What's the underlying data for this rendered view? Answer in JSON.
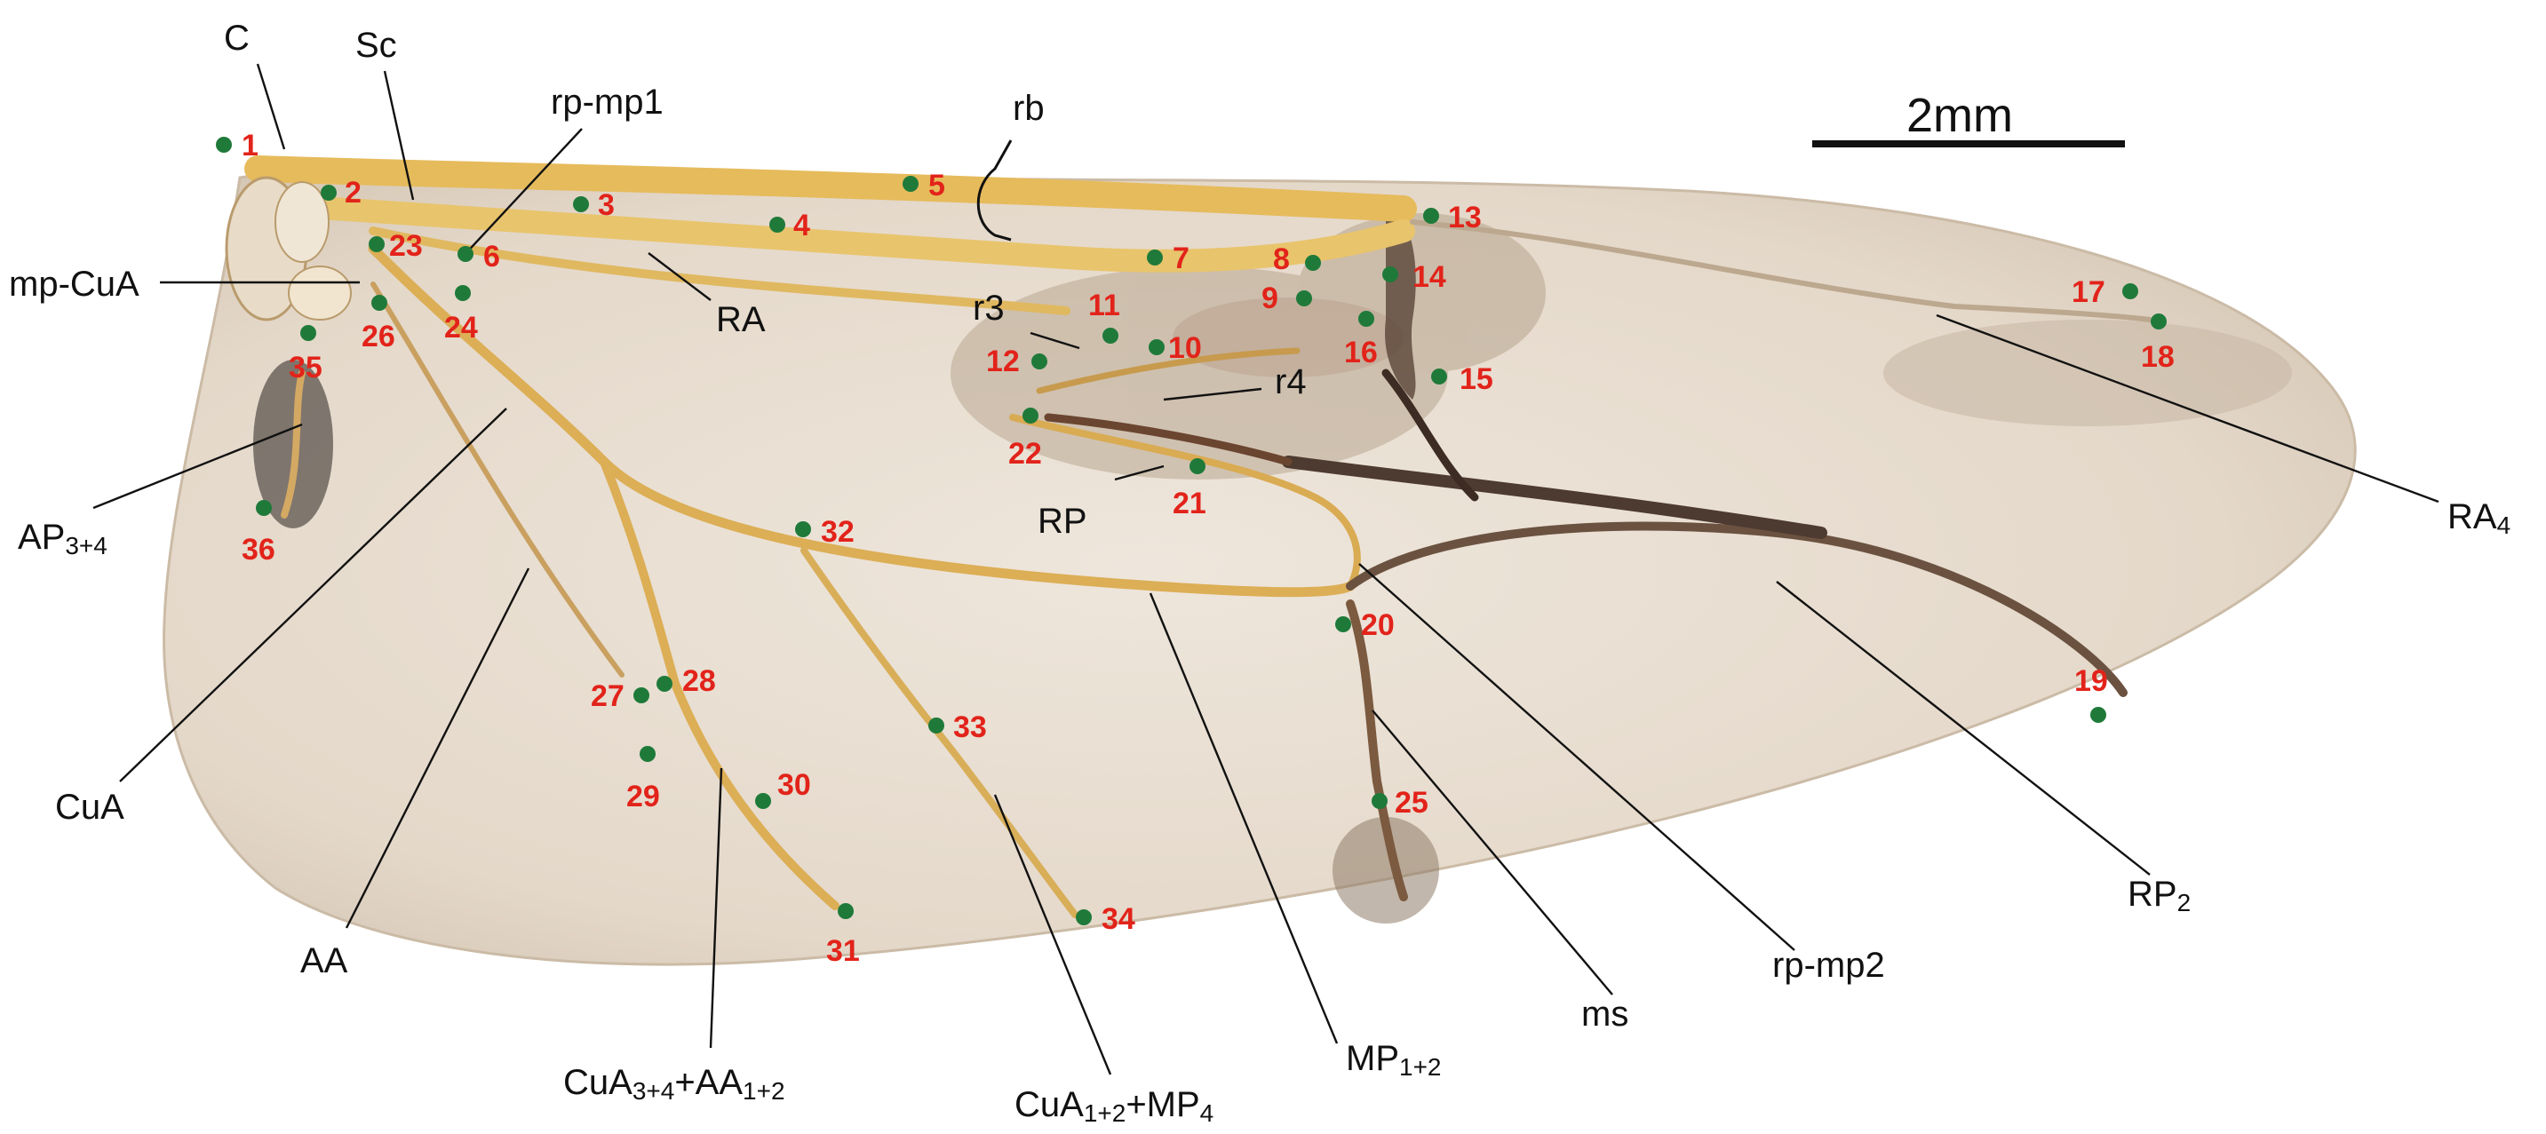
{
  "scale_bar": {
    "label": "2mm"
  },
  "colors": {
    "landmark_dot": "#1f7a3a",
    "landmark_number": "#e2231a",
    "vein_color": "#e3b655",
    "membrane": "#e9dfd4",
    "label_text": "#111111"
  },
  "vein_labels": [
    {
      "id": "C",
      "text": "C"
    },
    {
      "id": "Sc",
      "text": "Sc"
    },
    {
      "id": "rp-mp1",
      "text": "rp-mp1"
    },
    {
      "id": "rb",
      "text": "rb"
    },
    {
      "id": "mp-CuA",
      "text": "mp-CuA"
    },
    {
      "id": "RA",
      "text": "RA"
    },
    {
      "id": "r3",
      "text": "r3"
    },
    {
      "id": "r4",
      "text": "r4"
    },
    {
      "id": "RP",
      "text": "RP"
    },
    {
      "id": "AP34",
      "base": "AP",
      "sub": "3+4"
    },
    {
      "id": "CuA",
      "text": "CuA"
    },
    {
      "id": "AA",
      "text": "AA"
    },
    {
      "id": "CuA34AA12",
      "base": "CuA",
      "sub": "3+4",
      "base2": "+AA",
      "sub2": "1+2"
    },
    {
      "id": "CuA12MP4",
      "base": "CuA",
      "sub": "1+2",
      "base2": "+MP",
      "sub2": "4"
    },
    {
      "id": "MP12",
      "base": "MP",
      "sub": "1+2"
    },
    {
      "id": "ms",
      "text": "ms"
    },
    {
      "id": "rp-mp2",
      "text": "rp-mp2"
    },
    {
      "id": "RP2",
      "base": "RP",
      "sub": "2"
    },
    {
      "id": "RA4",
      "base": "RA",
      "sub": "4"
    }
  ],
  "landmarks": [
    "1",
    "2",
    "3",
    "4",
    "5",
    "6",
    "7",
    "8",
    "9",
    "10",
    "11",
    "12",
    "13",
    "14",
    "15",
    "16",
    "17",
    "18",
    "19",
    "20",
    "21",
    "22",
    "23",
    "24",
    "25",
    "26",
    "27",
    "28",
    "29",
    "30",
    "31",
    "32",
    "33",
    "34",
    "35",
    "36"
  ]
}
